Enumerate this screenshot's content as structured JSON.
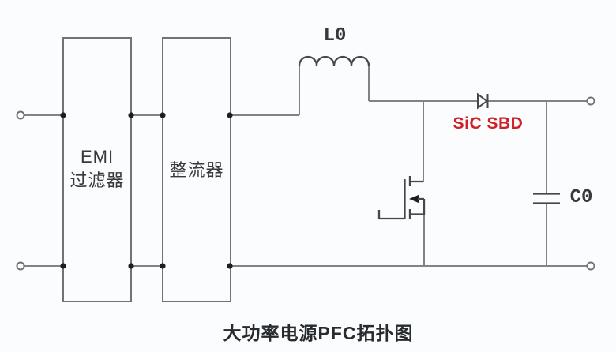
{
  "diagram": {
    "title": "大功率电源PFC拓扑图",
    "blocks": {
      "emi_filter": {
        "line1": "EMI",
        "line2": "过滤器"
      },
      "rectifier": {
        "label": "整流器"
      }
    },
    "labels": {
      "inductor": "L0",
      "diode": "SiC SBD",
      "capacitor": "C0"
    },
    "colors": {
      "background": "#fbfcfd",
      "wire_gray": "#7e8386",
      "component_stroke": "#42484d",
      "junction_dot": "#1b1f22",
      "block_label_text": "#353a3e",
      "title_text": "#262b2f",
      "diode_label_red": "#cd2127"
    }
  }
}
